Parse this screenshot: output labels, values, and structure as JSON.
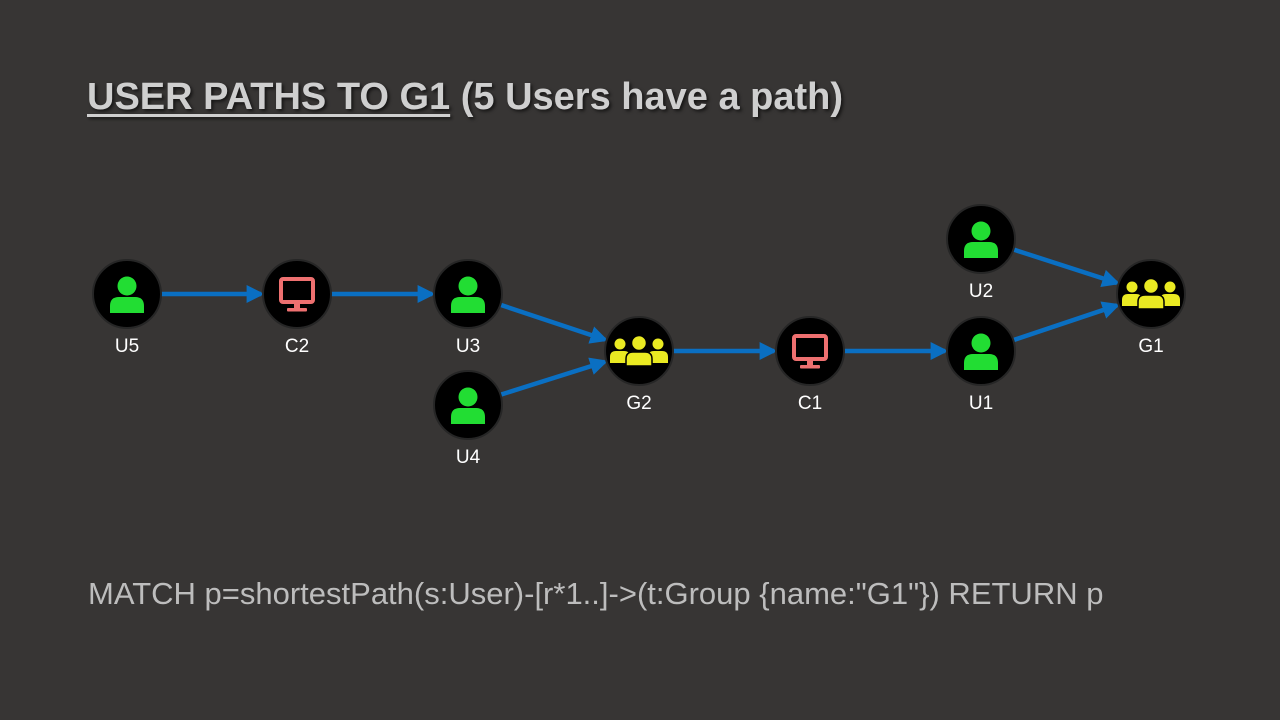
{
  "title": {
    "main": "USER PATHS TO G1",
    "suffix": "(5 Users have a path)"
  },
  "query": "MATCH p=shortestPath(s:User)-[r*1..]->(t:Group {name:\"G1\"}) RETURN p",
  "colors": {
    "background": "#373534",
    "edge": "#0a6fc2",
    "user": "#22dd33",
    "computer": "#ee7070",
    "group": "#eaea22",
    "node_fill": "#000000"
  },
  "graph": {
    "nodes": [
      {
        "id": "U5",
        "label": "U5",
        "kind": "user",
        "icon": "user-icon"
      },
      {
        "id": "C2",
        "label": "C2",
        "kind": "computer",
        "icon": "computer-icon"
      },
      {
        "id": "U3",
        "label": "U3",
        "kind": "user",
        "icon": "user-icon"
      },
      {
        "id": "U4",
        "label": "U4",
        "kind": "user",
        "icon": "user-icon"
      },
      {
        "id": "G2",
        "label": "G2",
        "kind": "group",
        "icon": "group-icon"
      },
      {
        "id": "C1",
        "label": "C1",
        "kind": "computer",
        "icon": "computer-icon"
      },
      {
        "id": "U1",
        "label": "U1",
        "kind": "user",
        "icon": "user-icon"
      },
      {
        "id": "U2",
        "label": "U2",
        "kind": "user",
        "icon": "user-icon"
      },
      {
        "id": "G1",
        "label": "G1",
        "kind": "group",
        "icon": "group-icon"
      }
    ],
    "edges": [
      {
        "from": "U5",
        "to": "C2"
      },
      {
        "from": "C2",
        "to": "U3"
      },
      {
        "from": "U3",
        "to": "G2"
      },
      {
        "from": "U4",
        "to": "G2"
      },
      {
        "from": "G2",
        "to": "C1"
      },
      {
        "from": "C1",
        "to": "U1"
      },
      {
        "from": "U1",
        "to": "G1"
      },
      {
        "from": "U2",
        "to": "G1"
      }
    ]
  }
}
